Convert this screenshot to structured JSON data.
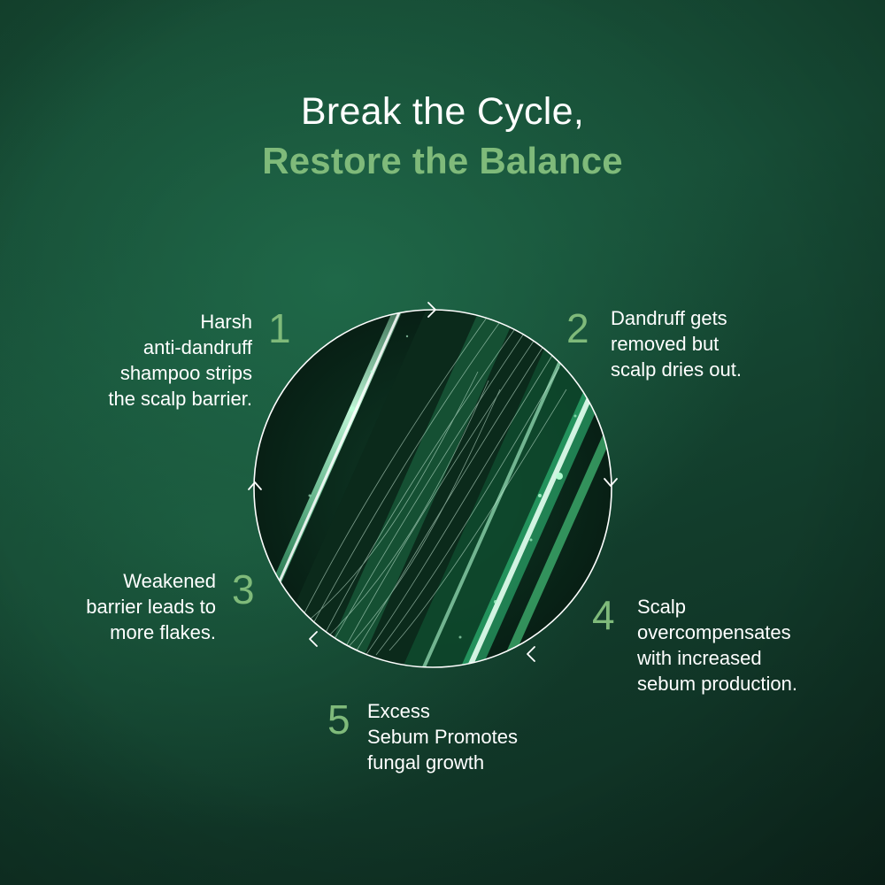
{
  "heading": {
    "line1": "Break the Cycle,",
    "line2": "Restore the Balance"
  },
  "colors": {
    "accent_green": "#7fba7a",
    "text_white": "#ffffff",
    "background_dark_green": "#164a33"
  },
  "steps": [
    {
      "number": "1",
      "lines": [
        "Harsh",
        "anti-dandruff",
        "shampoo strips",
        "the scalp barrier."
      ]
    },
    {
      "number": "2",
      "lines": [
        "Dandruff gets",
        "removed but",
        "scalp dries out."
      ]
    },
    {
      "number": "3",
      "lines": [
        "Weakened",
        "barrier leads to",
        "more flakes."
      ]
    },
    {
      "number": "4",
      "lines": [
        "Scalp",
        "overcompensates",
        "with increased",
        "sebum production."
      ]
    },
    {
      "number": "5",
      "lines": [
        "Excess",
        "Sebum Promotes",
        "fungal growth"
      ]
    }
  ]
}
